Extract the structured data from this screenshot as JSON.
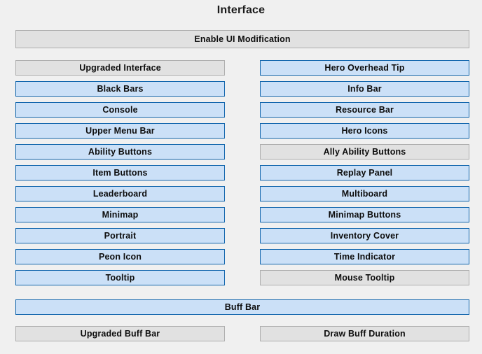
{
  "header": {
    "title": "Interface"
  },
  "master_toggle": {
    "label": "Enable UI Modification",
    "state": "off"
  },
  "colors": {
    "background": "#f0f0f0",
    "enabled_fill": "#cbe0f7",
    "enabled_border": "#1266ad",
    "disabled_fill": "#e1e1e1",
    "disabled_border": "#aeaeae",
    "text": "#0d0d0d"
  },
  "rows": [
    {
      "left": {
        "label": "Upgraded Interface",
        "state": "off"
      },
      "right": {
        "label": "Hero Overhead Tip",
        "state": "on"
      }
    },
    {
      "left": {
        "label": "Black Bars",
        "state": "on"
      },
      "right": {
        "label": "Info Bar",
        "state": "on"
      }
    },
    {
      "left": {
        "label": "Console",
        "state": "on"
      },
      "right": {
        "label": "Resource Bar",
        "state": "on"
      }
    },
    {
      "left": {
        "label": "Upper Menu Bar",
        "state": "on"
      },
      "right": {
        "label": "Hero Icons",
        "state": "on"
      }
    },
    {
      "left": {
        "label": "Ability Buttons",
        "state": "on"
      },
      "right": {
        "label": "Ally Ability Buttons",
        "state": "off"
      }
    },
    {
      "left": {
        "label": "Item Buttons",
        "state": "on"
      },
      "right": {
        "label": "Replay Panel",
        "state": "on"
      }
    },
    {
      "left": {
        "label": "Leaderboard",
        "state": "on"
      },
      "right": {
        "label": "Multiboard",
        "state": "on"
      }
    },
    {
      "left": {
        "label": "Minimap",
        "state": "on"
      },
      "right": {
        "label": "Minimap Buttons",
        "state": "on"
      }
    },
    {
      "left": {
        "label": "Portrait",
        "state": "on"
      },
      "right": {
        "label": "Inventory Cover",
        "state": "on"
      }
    },
    {
      "left": {
        "label": "Peon Icon",
        "state": "on"
      },
      "right": {
        "label": "Time Indicator",
        "state": "on"
      }
    },
    {
      "left": {
        "label": "Tooltip",
        "state": "on"
      },
      "right": {
        "label": "Mouse Tooltip",
        "state": "off"
      }
    }
  ],
  "buff_bar": {
    "label": "Buff Bar",
    "state": "on"
  },
  "buff_options": {
    "left": {
      "label": "Upgraded Buff Bar",
      "state": "off"
    },
    "right": {
      "label": "Draw Buff Duration",
      "state": "off"
    }
  }
}
